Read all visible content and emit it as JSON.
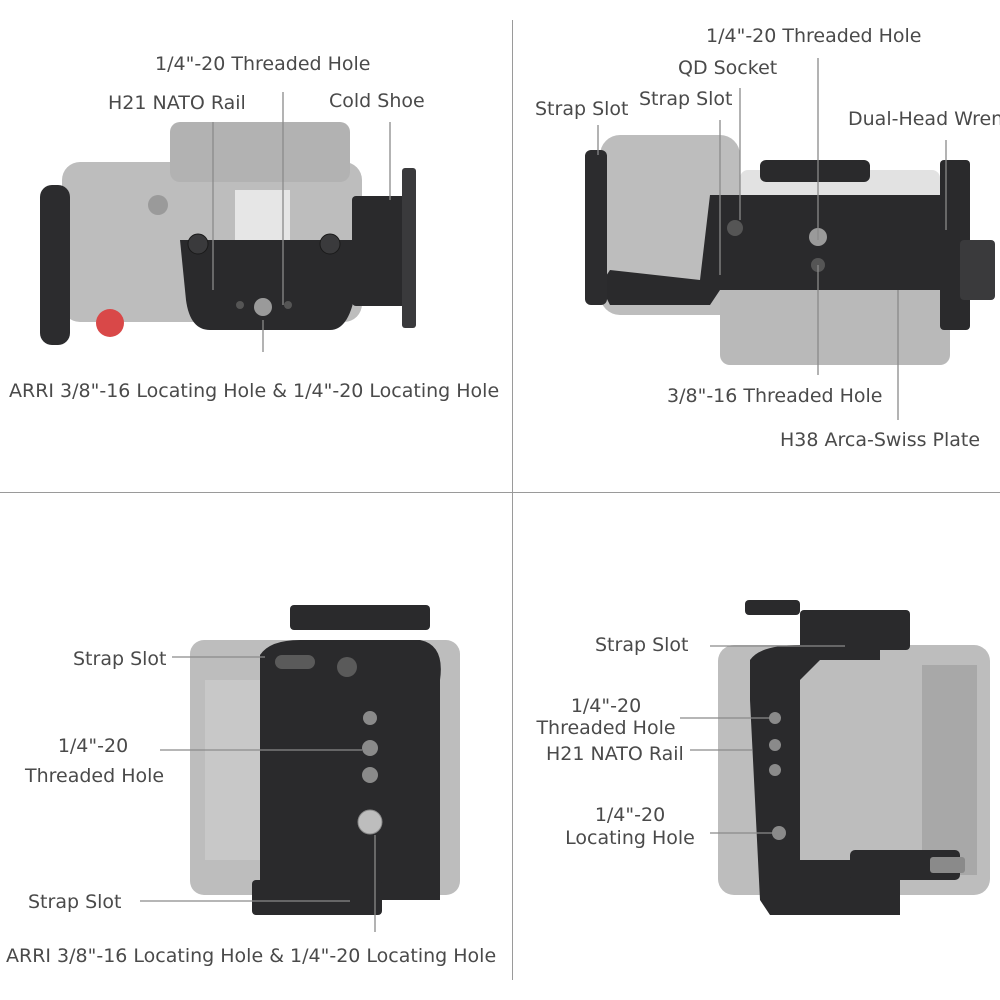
{
  "colors": {
    "background": "#ffffff",
    "text": "#4a4a4a",
    "divider": "#9a9a9a",
    "cage": "#2a2a2c",
    "camera": "#b9b9b9",
    "accent_red": "#d94848"
  },
  "panel_top_left": {
    "threaded_hole": "1/4\"-20 Threaded Hole",
    "nato_rail": "H21 NATO Rail",
    "cold_shoe": "Cold Shoe",
    "locating_hole": "ARRI 3/8\"-16 Locating Hole & 1/4\"-20 Locating Hole"
  },
  "panel_top_right": {
    "threaded_hole": "1/4\"-20 Threaded Hole",
    "qd_socket": "QD Socket",
    "strap_slot_left": "Strap Slot",
    "strap_slot_right": "Strap Slot",
    "wrench": "Dual-Head Wrench",
    "threaded_hole_38": "3/8\"-16 Threaded Hole",
    "arca_plate": "H38 Arca-Swiss Plate"
  },
  "panel_bottom_left": {
    "strap_slot_top": "Strap Slot",
    "threaded_hole_line1": "1/4\"-20",
    "threaded_hole_line2": "Threaded Hole",
    "strap_slot_bottom": "Strap Slot",
    "locating_hole": "ARRI 3/8\"-16 Locating Hole & 1/4\"-20 Locating Hole"
  },
  "panel_bottom_right": {
    "strap_slot": "Strap Slot",
    "threaded_hole_line1": "1/4\"-20",
    "threaded_hole_line2": "Threaded Hole",
    "nato_rail": "H21 NATO Rail",
    "locating_hole_line1": "1/4\"-20",
    "locating_hole_line2": "Locating Hole"
  }
}
